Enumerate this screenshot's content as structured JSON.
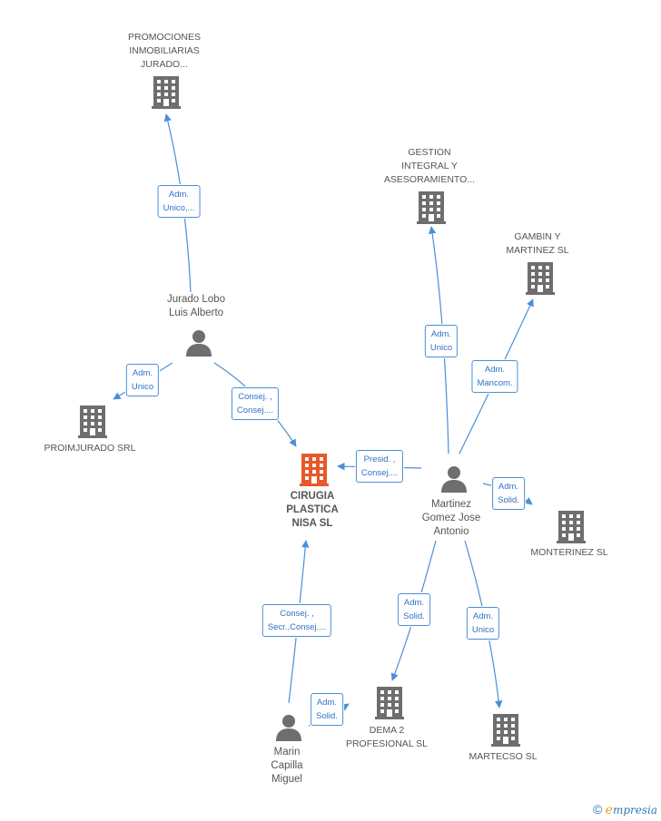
{
  "nodes": {
    "promociones": {
      "label": "PROMOCIONES\nINMOBILIARIAS\nJURADO...",
      "type": "company"
    },
    "gestion": {
      "label": "GESTION\nINTEGRAL Y\nASESORAMIENTO...",
      "type": "company"
    },
    "gambin": {
      "label": "GAMBIN Y\nMARTINEZ SL",
      "type": "company"
    },
    "jurado": {
      "label": "Jurado Lobo\nLuis Alberto",
      "type": "person"
    },
    "proimjurado": {
      "label": "PROIMJURADO SRL",
      "type": "company"
    },
    "cirugia": {
      "label": "CIRUGIA\nPLASTICA\nNISA SL",
      "type": "company-main"
    },
    "martinez": {
      "label": "Martinez\nGomez Jose\nAntonio",
      "type": "person"
    },
    "monterinez": {
      "label": "MONTERINEZ  SL",
      "type": "company"
    },
    "dema": {
      "label": "DEMA 2\nPROFESIONAL SL",
      "type": "company"
    },
    "martecso": {
      "label": "MARTECSO SL",
      "type": "company"
    },
    "marin": {
      "label": "Marin\nCapilla\nMiguel",
      "type": "person"
    }
  },
  "edges": {
    "jurado_promociones": "Adm.\nUnico,...",
    "jurado_proimjurado": "Adm.\nUnico",
    "jurado_cirugia": "Consej. ,\nConsej....",
    "martinez_cirugia": "Presid. ,\nConsej....",
    "martinez_gestion": "Adm.\nUnico",
    "martinez_gambin": "Adm.\nMancom.",
    "martinez_monterinez": "Adm.\nSolid.",
    "martinez_dema": "Adm.\nSolid.",
    "martinez_martecso": "Adm.\nUnico",
    "marin_cirugia": "Consej. ,\nSecr.,Consej....",
    "marin_dema": "Adm.\nSolid."
  },
  "colors": {
    "company": "#6e6e6e",
    "company_main": "#e8582a",
    "person": "#6e6e6e",
    "edge": "#4a8fd8"
  },
  "brand": {
    "copyright": "©",
    "name_first": "e",
    "name_rest": "mpresia"
  }
}
